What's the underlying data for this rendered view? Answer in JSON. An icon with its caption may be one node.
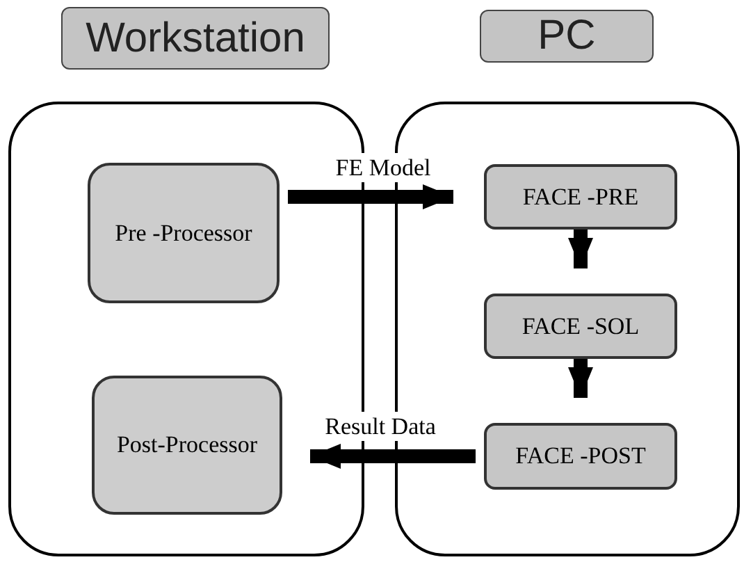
{
  "diagram": {
    "nodes": [
      {
        "text": [
          "Workstation"
        ]
      },
      {
        "text": [
          "PC"
        ]
      },
      {
        "text": [],
        "shape": "box"
      },
      {
        "text": [],
        "shape": "box"
      },
      {
        "text": [
          "Pre -Processor"
        ],
        "in": 2
      },
      {
        "text": [
          "Post-Processor"
        ],
        "in": 2
      },
      {
        "text": [
          "FACE -PRE"
        ],
        "in": 3
      },
      {
        "text": [
          "FACE -SOL"
        ],
        "in": 3
      },
      {
        "text": [
          "FACE -POST"
        ],
        "in": 3
      }
    ],
    "edges": [
      {
        "from": 4,
        "to": 6,
        "arrow": "to",
        "label": "FE Model"
      },
      {
        "from": 6,
        "to": 7,
        "arrow": "to"
      },
      {
        "from": 7,
        "to": 8,
        "arrow": "to"
      },
      {
        "from": 8,
        "to": 5,
        "arrow": "to",
        "label": "Result Data"
      }
    ]
  }
}
